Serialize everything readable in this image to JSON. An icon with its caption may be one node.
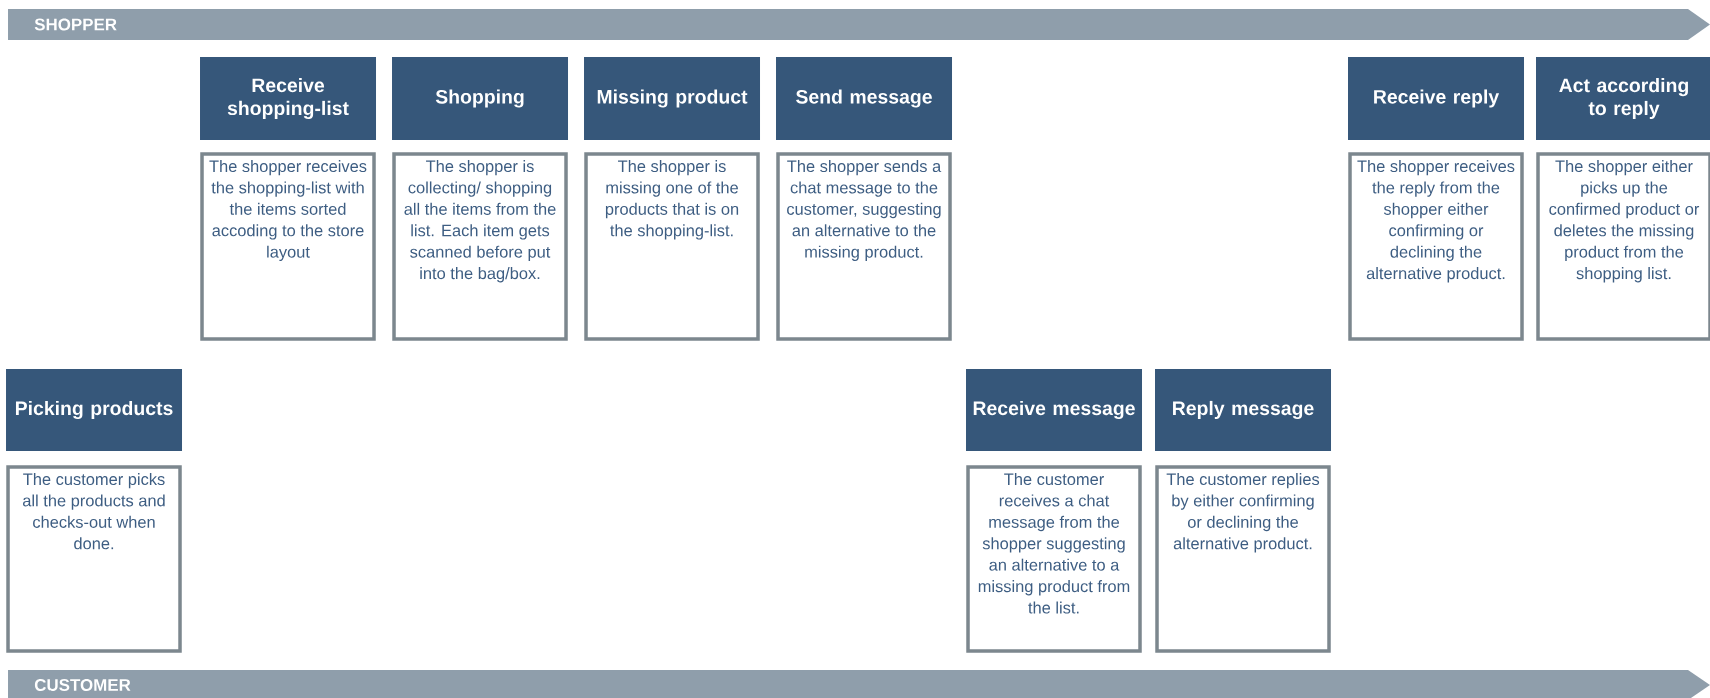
{
  "diagram": {
    "nodes": [
      {
        "text": [
          "SHOPPER"
        ]
      },
      {
        "text": [
          "Receive shopping-list"
        ]
      },
      {
        "text": [
          "The shopper receives the shopping-list with the items sorted accoding to the store layout"
        ]
      },
      {
        "text": [
          "Shopping"
        ]
      },
      {
        "text": [
          "The shopper is collecting/ shopping all the items from the list. Each item gets scanned before put into the bag/box."
        ]
      },
      {
        "text": [
          "Missing product"
        ]
      },
      {
        "text": [
          "The shopper is missing one of the products that is on the shopping-list."
        ]
      },
      {
        "text": [
          "Send message"
        ]
      },
      {
        "text": [
          "The shopper sends a chat message to the customer, suggesting an alternative to the missing product."
        ]
      },
      {
        "text": [
          "Receive reply"
        ]
      },
      {
        "text": [
          "The shopper receives the reply from the shopper either confirming or declining the alternative product."
        ]
      },
      {
        "text": [
          "Act according to reply"
        ]
      },
      {
        "text": [
          "The shopper either picks up the confirmed product or deletes the missing product from the shopping list."
        ]
      },
      {
        "text": [
          "Picking products"
        ]
      },
      {
        "text": [
          "The customer picks all the products and checks-out when done."
        ]
      },
      {
        "text": [
          "Receive message"
        ]
      },
      {
        "text": [
          "The customer receives a chat message from the shopper suggesting an alternative to a missing product from the list."
        ]
      },
      {
        "text": [
          "Reply message"
        ]
      },
      {
        "text": [
          "The customer replies by either confirming or declining the alternative product."
        ]
      },
      {
        "text": [
          "CUSTOMER"
        ]
      }
    ]
  }
}
